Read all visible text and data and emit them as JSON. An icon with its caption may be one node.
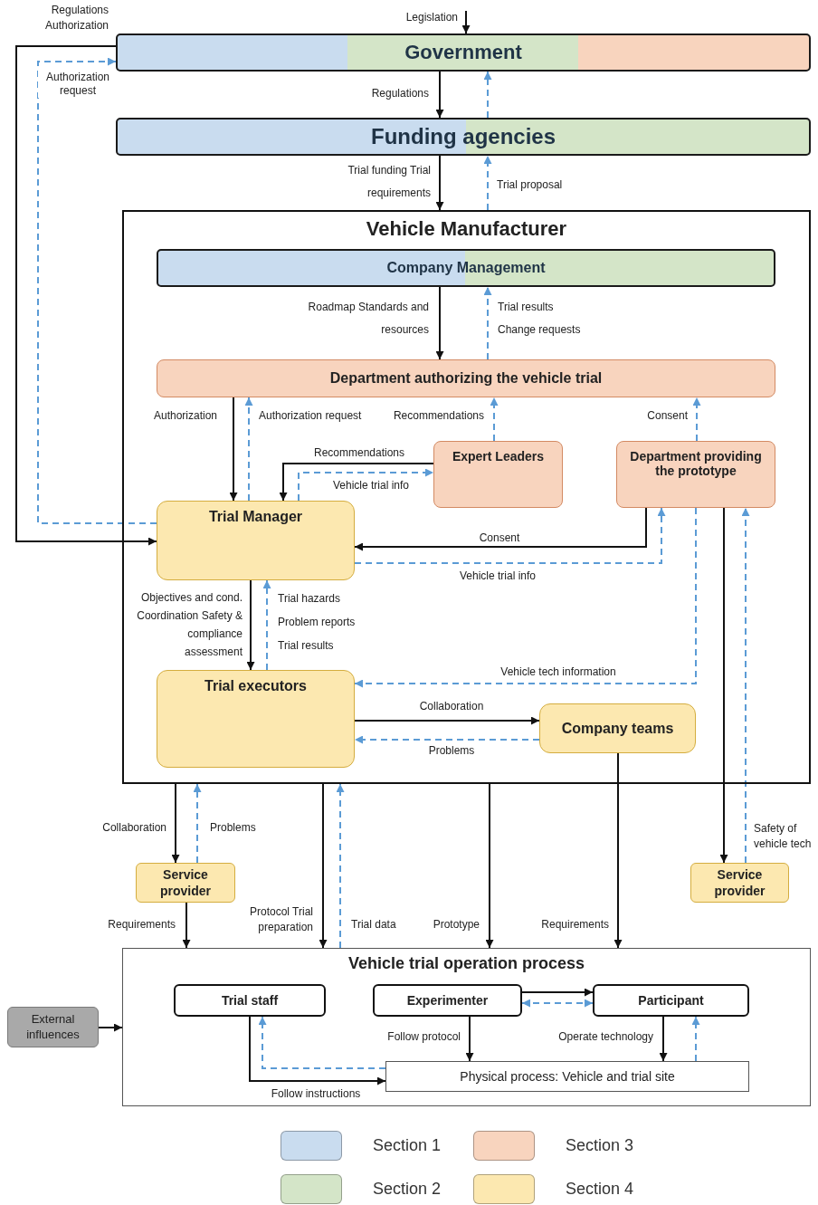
{
  "diagram": {
    "nodes": [
      {
        "text": [
          "Government"
        ]
      },
      {
        "text": [
          "Funding agencies"
        ]
      },
      {
        "text": [
          "Vehicle Manufacturer"
        ]
      },
      {
        "text": [
          "Company Management"
        ],
        "in": 2
      },
      {
        "text": [
          "Department authorizing the vehicle trial"
        ],
        "in": 2
      },
      {
        "text": [
          "Expert Leaders"
        ],
        "in": 2
      },
      {
        "text": [
          "Department providing the prototype"
        ],
        "in": 2
      },
      {
        "text": [
          "Trial Manager"
        ],
        "in": 2
      },
      {
        "text": [
          "Trial executors"
        ],
        "in": 2
      },
      {
        "text": [
          "Company teams"
        ],
        "in": 2
      },
      {
        "text": [
          "Service provider"
        ]
      },
      {
        "text": [
          "Service provider"
        ]
      },
      {
        "text": [
          "Vehicle trial operation process"
        ]
      },
      {
        "text": [
          "Trial staff"
        ],
        "in": 12
      },
      {
        "text": [
          "Experimenter"
        ],
        "in": 12
      },
      {
        "text": [
          "Participant"
        ],
        "in": 12
      },
      {
        "text": [
          "Physical process: Vehicle and trial site"
        ],
        "in": 12
      },
      {
        "text": [
          "External influences"
        ]
      }
    ],
    "edges": [
      {
        "from": null,
        "to": 0,
        "arrow": "to",
        "label": "Legislation"
      },
      {
        "from": 0,
        "to": 7,
        "arrow": "to",
        "label": "Regulations Authorization"
      },
      {
        "from": 7,
        "to": 0,
        "arrow": "to",
        "label": "Authorization request",
        "style": "dashed",
        "color": "#5b9bd5"
      },
      {
        "from": 0,
        "to": 1,
        "arrow": "to",
        "label": "Regulations"
      },
      {
        "from": 1,
        "to": 0,
        "arrow": "to",
        "style": "dashed",
        "color": "#5b9bd5"
      },
      {
        "from": 1,
        "to": 2,
        "arrow": "to",
        "label": "Trial funding Trial requirements"
      },
      {
        "from": 2,
        "to": 1,
        "arrow": "to",
        "label": "Trial proposal",
        "style": "dashed",
        "color": "#5b9bd5"
      },
      {
        "from": 3,
        "to": 4,
        "arrow": "to",
        "label": "Roadmap Standards and resources"
      },
      {
        "from": 4,
        "to": 3,
        "arrow": "to",
        "label": "Trial results Change requests",
        "style": "dashed",
        "color": "#5b9bd5"
      },
      {
        "from": 4,
        "to": 7,
        "arrow": "to",
        "label": "Authorization"
      },
      {
        "from": 7,
        "to": 4,
        "arrow": "to",
        "label": "Authorization request",
        "style": "dashed",
        "color": "#5b9bd5"
      },
      {
        "from": 5,
        "to": 4,
        "arrow": "to",
        "label": "Recommendations",
        "style": "dashed",
        "color": "#5b9bd5"
      },
      {
        "from": 6,
        "to": 4,
        "arrow": "to",
        "label": "Consent",
        "style": "dashed",
        "color": "#5b9bd5"
      },
      {
        "from": 5,
        "to": 7,
        "arrow": "to",
        "label": "Recommendations"
      },
      {
        "from": 7,
        "to": 5,
        "arrow": "to",
        "label": "Vehicle trial info",
        "style": "dashed",
        "color": "#5b9bd5"
      },
      {
        "from": 6,
        "to": 7,
        "arrow": "to",
        "label": "Consent"
      },
      {
        "from": 7,
        "to": 6,
        "arrow": "to",
        "label": "Vehicle trial info",
        "style": "dashed",
        "color": "#5b9bd5"
      },
      {
        "from": 7,
        "to": 8,
        "arrow": "to",
        "label": "Objectives and cond. Coordination Safety & compliance assessment"
      },
      {
        "from": 8,
        "to": 7,
        "arrow": "to",
        "label": "Trial hazards Problem reports Trial results",
        "style": "dashed",
        "color": "#5b9bd5"
      },
      {
        "from": 6,
        "to": 8,
        "arrow": "to",
        "label": "Vehicle tech information",
        "style": "dashed",
        "color": "#5b9bd5"
      },
      {
        "from": 8,
        "to": 9,
        "arrow": "to",
        "label": "Collaboration"
      },
      {
        "from": 9,
        "to": 8,
        "arrow": "to",
        "label": "Problems",
        "style": "dashed",
        "color": "#5b9bd5"
      },
      {
        "from": 2,
        "to": 10,
        "arrow": "to",
        "label": "Collaboration"
      },
      {
        "from": 10,
        "to": 2,
        "arrow": "to",
        "label": "Problems",
        "style": "dashed",
        "color": "#5b9bd5"
      },
      {
        "from": 10,
        "to": 12,
        "arrow": "to",
        "label": "Requirements"
      },
      {
        "from": 2,
        "to": 12,
        "arrow": "to",
        "label": "Protocol Trial preparation"
      },
      {
        "from": 12,
        "to": 2,
        "arrow": "to",
        "label": "Trial data",
        "style": "dashed",
        "color": "#5b9bd5"
      },
      {
        "from": 2,
        "to": 12,
        "arrow": "to",
        "label": "Prototype"
      },
      {
        "from": 9,
        "to": 12,
        "arrow": "to",
        "label": "Requirements"
      },
      {
        "from": 6,
        "to": 11,
        "arrow": "to"
      },
      {
        "from": 11,
        "to": 6,
        "arrow": "to",
        "label": "Safety of vehicle tech",
        "style": "dashed",
        "color": "#5b9bd5"
      },
      {
        "from": 17,
        "to": 12,
        "arrow": "to"
      },
      {
        "from": 14,
        "to": 15,
        "arrow": "to"
      },
      {
        "from": 14,
        "to": 15,
        "arrow": "both",
        "style": "dashed",
        "color": "#5b9bd5"
      },
      {
        "from": 14,
        "to": 16,
        "arrow": "to",
        "label": "Follow protocol"
      },
      {
        "from": 15,
        "to": 16,
        "arrow": "to",
        "label": "Operate technology"
      },
      {
        "from": 16,
        "to": 15,
        "arrow": "to",
        "style": "dashed",
        "color": "#5b9bd5"
      },
      {
        "from": 13,
        "to": 16,
        "arrow": "to",
        "label": "Follow instructions"
      },
      {
        "from": 16,
        "to": 13,
        "arrow": "to",
        "style": "dashed",
        "color": "#5b9bd5"
      }
    ],
    "legend": [
      {
        "text": "Section 1",
        "color": "#c9dcef"
      },
      {
        "text": "Section 2",
        "color": "#d4e5c8"
      },
      {
        "text": "Section 3",
        "color": "#f8d4be"
      },
      {
        "text": "Section 4",
        "color": "#fce8b0"
      }
    ]
  }
}
